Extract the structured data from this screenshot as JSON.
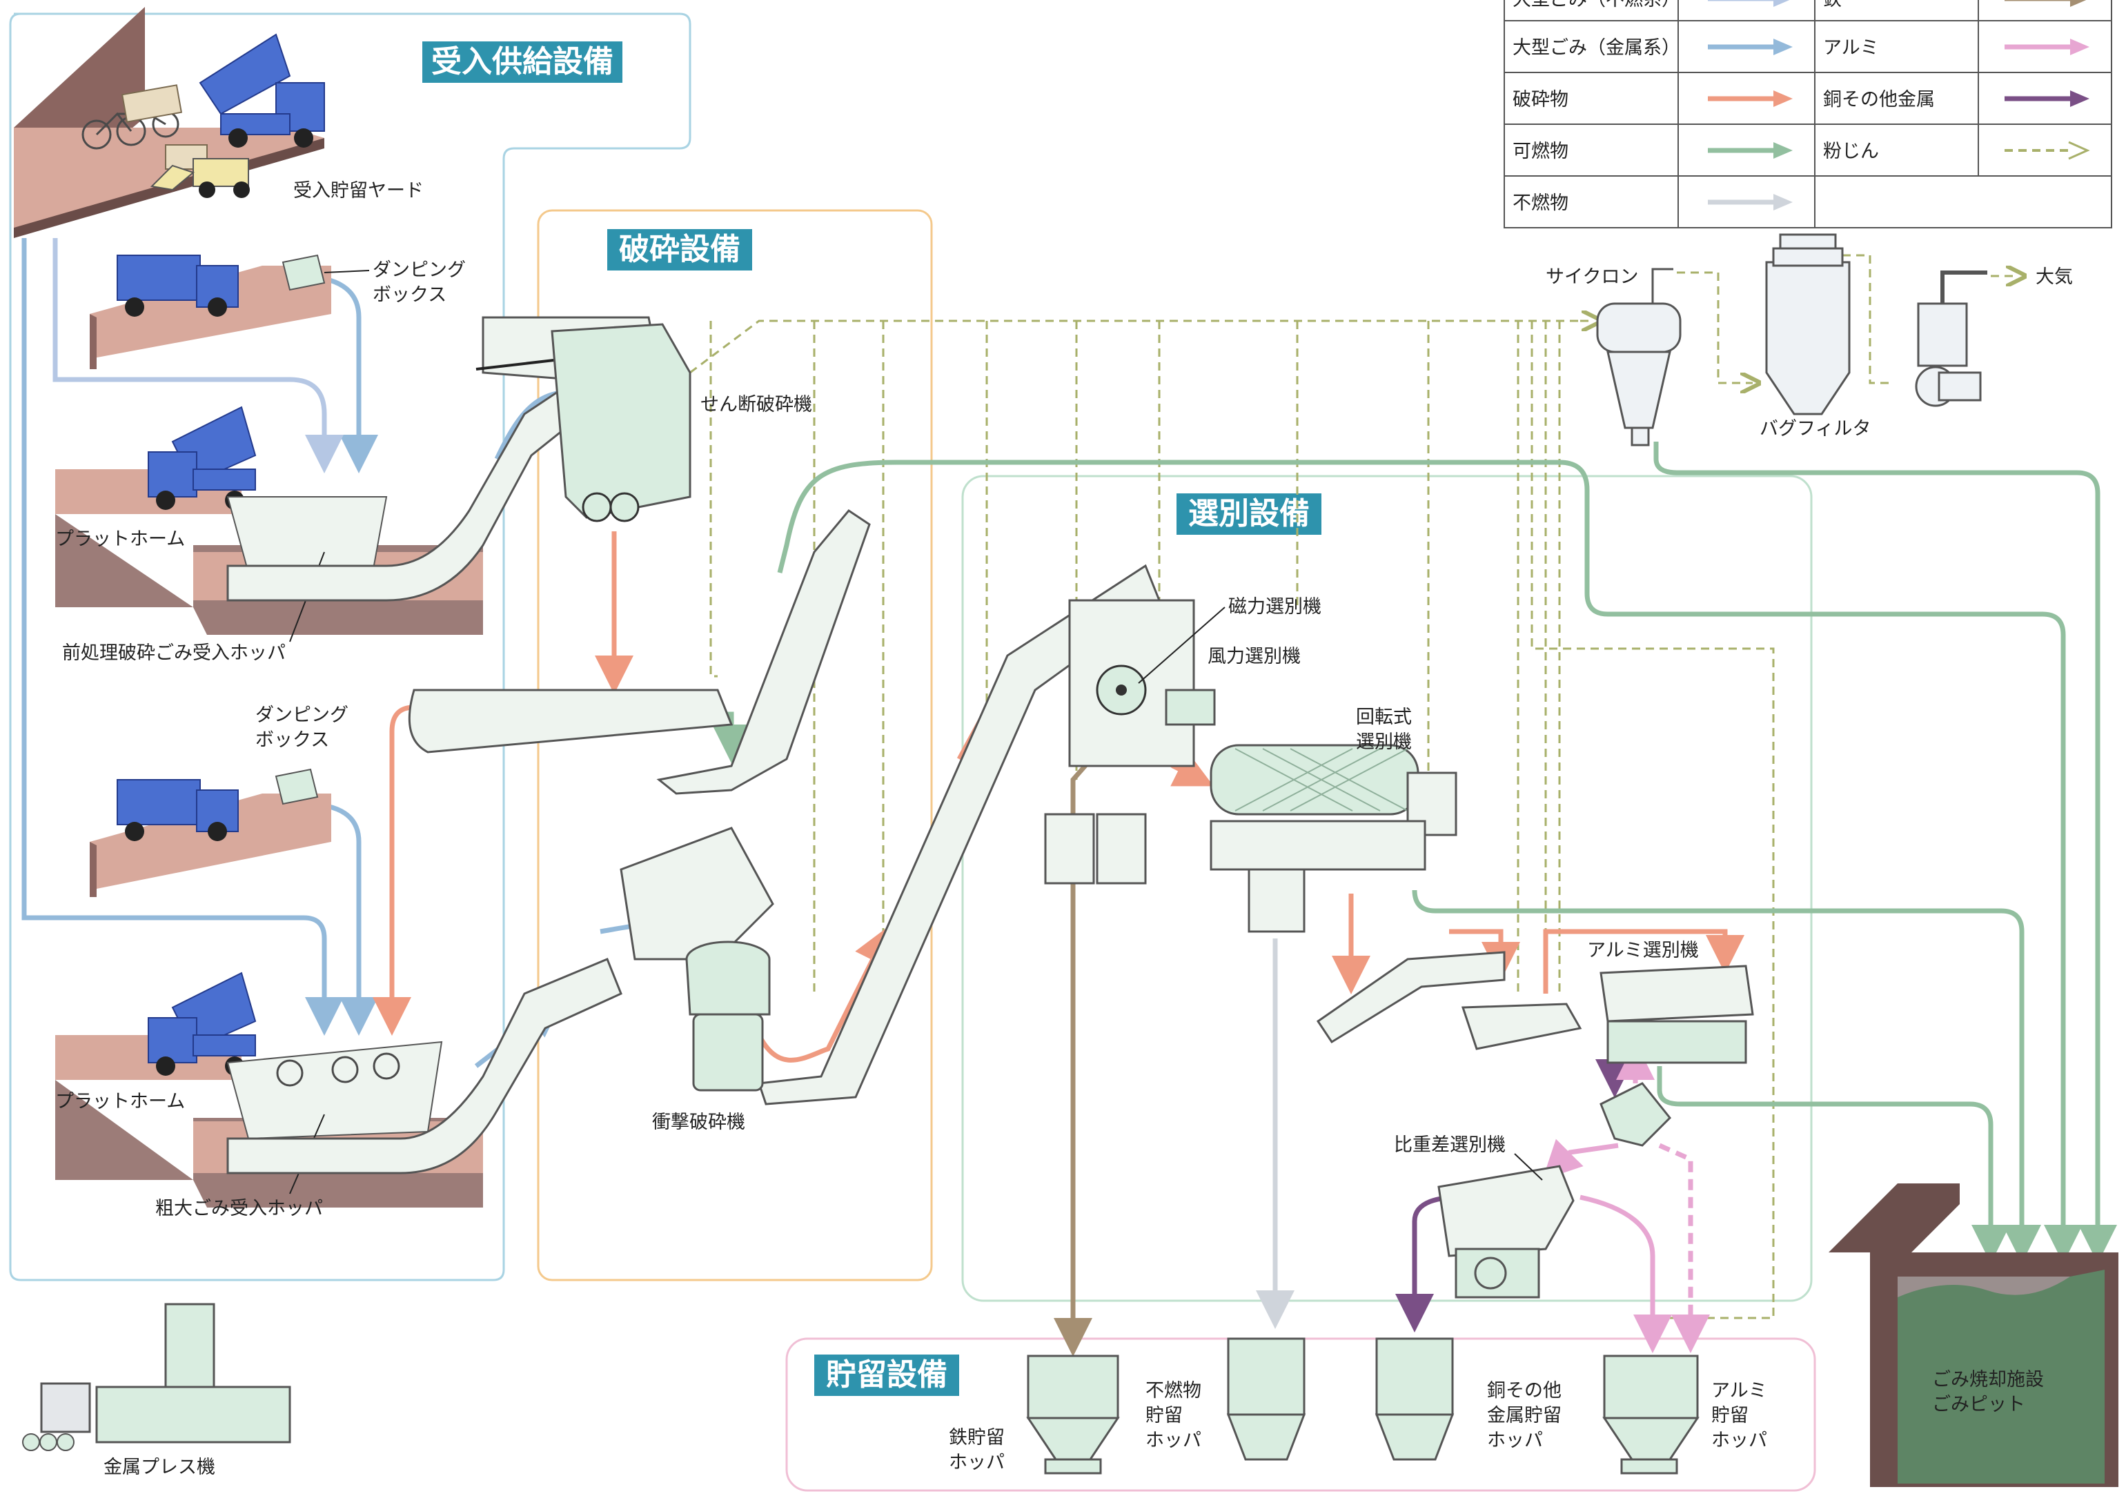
{
  "colors": {
    "bulky_nonmetal": "#b5c7e4",
    "bulky_metal": "#93b9da",
    "crushed": "#ef9a80",
    "combustible": "#92bf9f",
    "noncombustible": "#cfd4db",
    "iron": "#a58f72",
    "aluminum": "#e7a6d2",
    "copper": "#7a4f86",
    "dust": "#a8b06a",
    "section_label_bg": "#2e93ad",
    "equipment": "#d9ede0",
    "floor_top": "#d8a99c",
    "floor_side": "#8b6560",
    "truck": "#4a6fd0"
  },
  "legend": {
    "rows": [
      {
        "left": "大型ごみ（不燃系）",
        "left_key": "bulky_nonmetal",
        "right": "鉄",
        "right_key": "iron"
      },
      {
        "left": "大型ごみ（金属系）",
        "left_key": "bulky_metal",
        "right": "アルミ",
        "right_key": "aluminum"
      },
      {
        "left": "破砕物",
        "left_key": "crushed",
        "right": "銅その他金属",
        "right_key": "copper"
      },
      {
        "left": "可燃物",
        "left_key": "combustible",
        "right": "粉じん",
        "right_key": "dust"
      },
      {
        "left": "不燃物",
        "left_key": "noncombustible",
        "right": "",
        "right_key": ""
      }
    ]
  },
  "sections": {
    "receiving": "受入供給設備",
    "crushing": "破砕設備",
    "sorting": "選別設備",
    "storage": "貯留設備"
  },
  "labels": {
    "receiving_yard": "受入貯留ヤード",
    "dumping_box_1_line1": "ダンピング",
    "dumping_box_1_line2": "ボックス",
    "platform_1": "プラットホーム",
    "pretreat_hopper": "前処理破砕ごみ受入ホッパ",
    "dumping_box_2_line1": "ダンピング",
    "dumping_box_2_line2": "ボックス",
    "platform_2": "プラットホーム",
    "bulky_hopper": "粗大ごみ受入ホッパ",
    "shear_crusher": "せん断破砕機",
    "impact_crusher": "衝撃破砕機",
    "magnetic_sep": "磁力選別機",
    "wind_sep": "風力選別機",
    "rotary_sep_line1": "回転式",
    "rotary_sep_line2": "選別機",
    "aluminum_sep": "アルミ選別機",
    "gravity_sep": "比重差選別機",
    "cyclone": "サイクロン",
    "bag_filter": "バグフィルタ",
    "atmosphere": "大気",
    "iron_hopper_line1": "鉄貯留",
    "iron_hopper_line2": "ホッパ",
    "noncomb_hopper_line1": "不燃物",
    "noncomb_hopper_line2": "貯留",
    "noncomb_hopper_line3": "ホッパ",
    "copper_hopper_line1": "銅その他",
    "copper_hopper_line2": "金属貯留",
    "copper_hopper_line3": "ホッパ",
    "alu_hopper_line1": "アルミ",
    "alu_hopper_line2": "貯留",
    "alu_hopper_line3": "ホッパ",
    "pit_line1": "ごみ焼却施設",
    "pit_line2": "ごみピット",
    "metal_press": "金属プレス機"
  },
  "icons": {
    "truck": "dump-truck-icon",
    "hopper": "storage-hopper-icon",
    "cyclone": "cyclone-icon",
    "bag_filter": "bag-filter-icon",
    "fan": "exhaust-fan-icon"
  }
}
